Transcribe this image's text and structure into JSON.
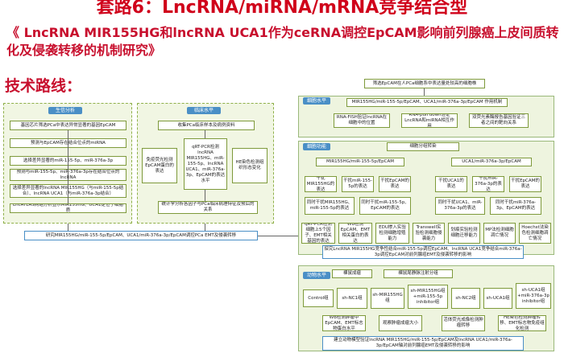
{
  "header": {
    "top_title": "套路6：LncRNA/miRNA/mRNA竞争结合型",
    "subtitle": "《 LncRNA MIR155HG和lncRNA UCA1作为ceRNA调控EpCAM影响前列腺癌上皮间质转化及侵袭转移的机制研究》",
    "route_label": "技术路线："
  },
  "left_panel": {
    "tag": "生信分析",
    "boxes": [
      "基因芯片筛选PCa中表达异常显著的基因EpCAM",
      "预测与EpCAM存在结合位点的miRNA",
      "选择差异显著的miR-155-5p、miR-376a-3p",
      "预测与miR-155-5p、miR-376a-3p存在结合位点的lncRNA",
      "选择差异显著的lncRNA MIR155HG（与miR-155-5p结合）、lncRNA UCA1（与miR-376a-3p结合）",
      "LncATLAS网站分析显示MIR155HG、UCA1定位于细胞质"
    ]
  },
  "mid_panel": {
    "tag": "临床水平",
    "top_box": "收集PCa临床样本及病例资料",
    "boxes": [
      "免疫荧光检测EpCAM蛋白的表达",
      "qRT-PCR检测lncRNA MIR155HG、miR-155-5p、lncRNA UCA1、miR-376a-3p、EpCAM的表达水平",
      "HE染色检测组织形态变化"
    ],
    "bottom_box": "统计学分析各因子与PCa临床病理特征及预后的关系"
  },
  "bottom_left_box": "研究MIR155HG/miR-155-5p/EpCAM、UCA1/miR-376a-3p/EpCAM调控PCa EMT及侵袭转移",
  "right_panel": {
    "top_box": "筛选EpCAM在人PCa细胞系中表达量处较高的细胞株",
    "cell_tag": "细胞水平",
    "cell_title": "MIR155HG/miR-155-5p/EpCAM、UCA1/miR-376a-3p/EpCAM 作用机制",
    "cell_boxes": [
      "RNA-FISH验证lncRNA在细胞中的位置",
      "RNA-pull down验证LncRNA和miRNA相互作用",
      "双荧光素酶报告基因验证三者之间的靶向关系"
    ],
    "func_tag": "细胞功能",
    "func_title": "细胞分组转染",
    "branch_left": "MIR155HG/miR-155-5p/EpCAM",
    "branch_right": "UCA1/miR-376a-3p/EpCAM",
    "left_row1": [
      "干扰MIR155HG的表达",
      "干扰miR-155-5p的表达",
      "干扰EpCAM的表达"
    ],
    "left_row2": [
      "同时干扰MIR155HG、miR-155-5p的表达",
      "同时干扰miR-155-5p、EpCAM的表达"
    ],
    "right_row1": [
      "干扰UCA1的表达",
      "干扰miR-376a-3p的表达",
      "干扰EpCAM的表达"
    ],
    "right_row2": [
      "同时干扰UCA1、miR-376a-3p的表达",
      "同时干扰miR-376a-3p、EpCAM的表达"
    ],
    "assays": [
      "qRT-PCR检测细胞上5个因子、EMT相关基因的表达",
      "WB检测EpCAM、EMT相关蛋白的表达",
      "EDU掺入实验检测细胞增殖能力",
      "Transwell实验检测细胞侵袭能力",
      "划痕实验检测细胞迁移能力",
      "MP法检测细胞凋亡情况",
      "Hoechst法染色检测细胞凋亡情况"
    ],
    "conclusion": "探究LncRNA MIR155HG竞争性结合miR-155-5p调控EpCAM、lncRNA UCA1竞争结合miR-376a-3p调控EpCAM对前列腺癌EMT及侵袭转移的影响",
    "animal_tag": "动物水平",
    "animal_left": "裸鼠成瘤",
    "animal_right": "裸鼠尾静脉注射分组",
    "animal_groups": [
      "Control组",
      "sh-NC1组",
      "sh-MIR155HG组",
      "sh-MIR155HG组+miR-155-5p inhibitor组",
      "sh-NC2组",
      "sh-UCA1组",
      "sh-UCA1组+miR-376a-3p inhibitor组"
    ],
    "animal_assays": [
      "WB检测肿瘤中EpCAM、EMT标志物蛋白水平",
      "观察肿瘤成瘤大小",
      "活体荧光成像检测肿瘤转移",
      "HE染色检测肿瘤转移、EMT标志物免疫组化检测"
    ],
    "animal_conclusion": "建立动物模型验证lncRNA MIR155HG/miR-155-5p/EpCAM及lncRNA UCA1/miR-376a-3p/EpCAM轴对前列腺癌EMT及侵袭转移的影响"
  }
}
